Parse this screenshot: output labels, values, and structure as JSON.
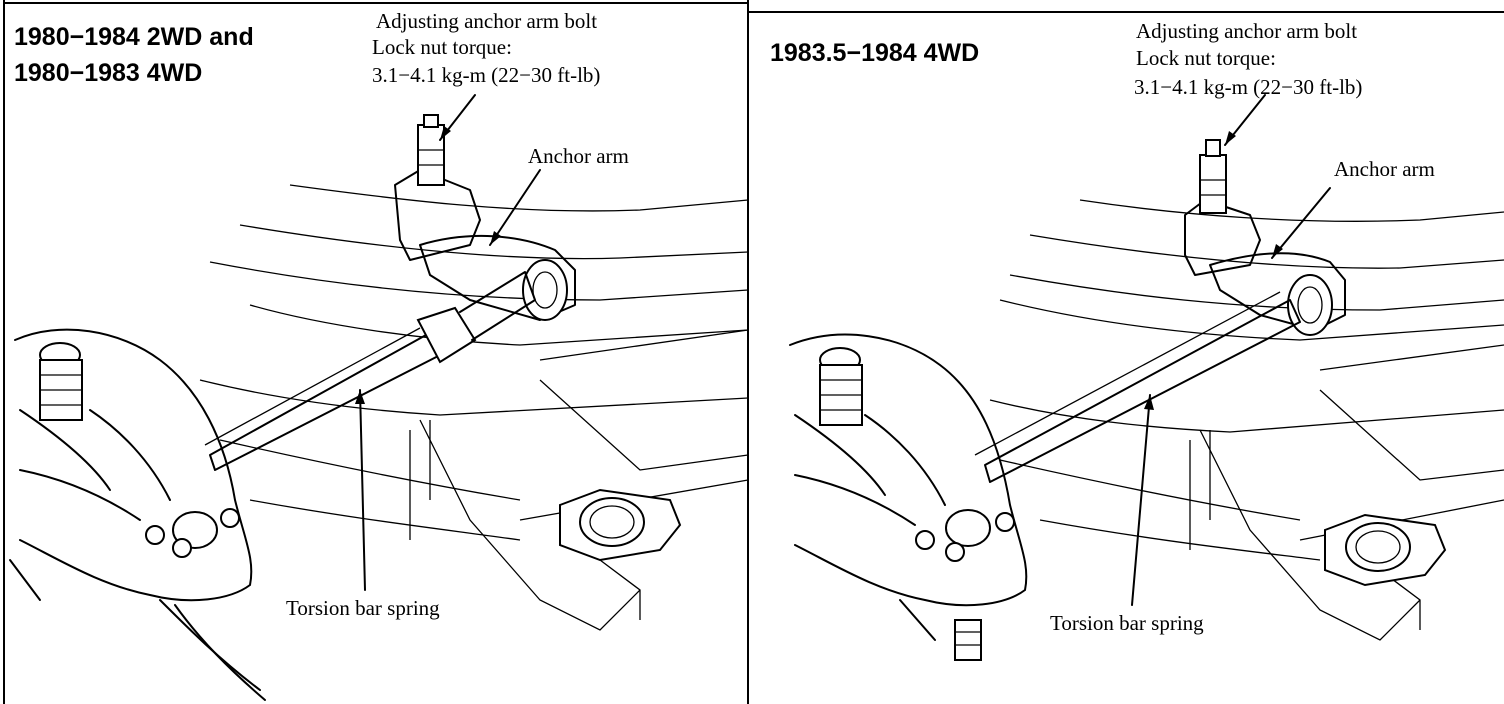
{
  "figure": {
    "left_panel": {
      "heading_line1": "1980−1984  2WD and",
      "heading_line2": "1980−1983  4WD",
      "bolt_label_line1": "Adjusting anchor arm bolt",
      "bolt_label_line2": "Lock nut torque:",
      "bolt_label_line3": "3.1−4.1 kg-m (22−30 ft-lb)",
      "anchor_arm_label": "Anchor arm",
      "torsion_bar_label": "Torsion bar spring"
    },
    "right_panel": {
      "heading": "1983.5−1984  4WD",
      "bolt_label_line1": "Adjusting anchor arm bolt",
      "bolt_label_line2": "Lock nut torque:",
      "bolt_label_line3": "3.1−4.1 kg-m (22−30 ft-lb)",
      "anchor_arm_label": "Anchor arm",
      "torsion_bar_label": "Torsion bar spring"
    }
  }
}
